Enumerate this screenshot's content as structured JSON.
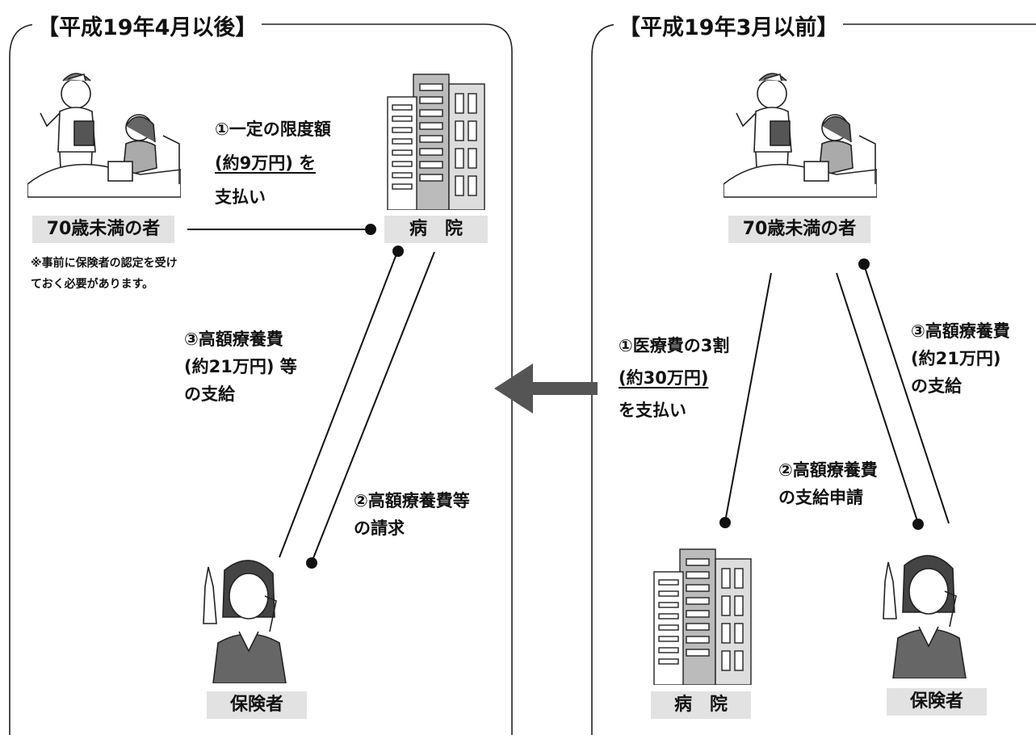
{
  "left_panel": {
    "title": "【平成19年4月以後】",
    "patient_label": "70歳未満の者",
    "hospital_label": "病　院",
    "insurer_label": "保険者",
    "note_line1": "※事前に保険者の認定を受け",
    "note_line2": "ておく必要があります。",
    "step1_line1": "①一定の限度額",
    "step1_line2": "(約9万円) を",
    "step1_line3": "支払い",
    "step2_line1": "②高額療養費等",
    "step2_line2": "の請求",
    "step3_line1": "③高額療養費",
    "step3_line2": "(約21万円) 等",
    "step3_line3": "の支給"
  },
  "right_panel": {
    "title": "【平成19年3月以前】",
    "patient_label": "70歳未満の者",
    "hospital_label": "病　院",
    "insurer_label": "保険者",
    "step1_line1": "①医療費の3割",
    "step1_line2": "(約30万円)",
    "step1_line3": "を支払い",
    "step2_line1": "②高額療養費",
    "step2_line2": "の支給申請",
    "step3_line1": "③高額療養費",
    "step3_line2": "(約21万円)",
    "step3_line3": "の支給"
  },
  "colors": {
    "label_bg": "#e2e2e2",
    "arrow": "#555555",
    "line": "#111111"
  }
}
